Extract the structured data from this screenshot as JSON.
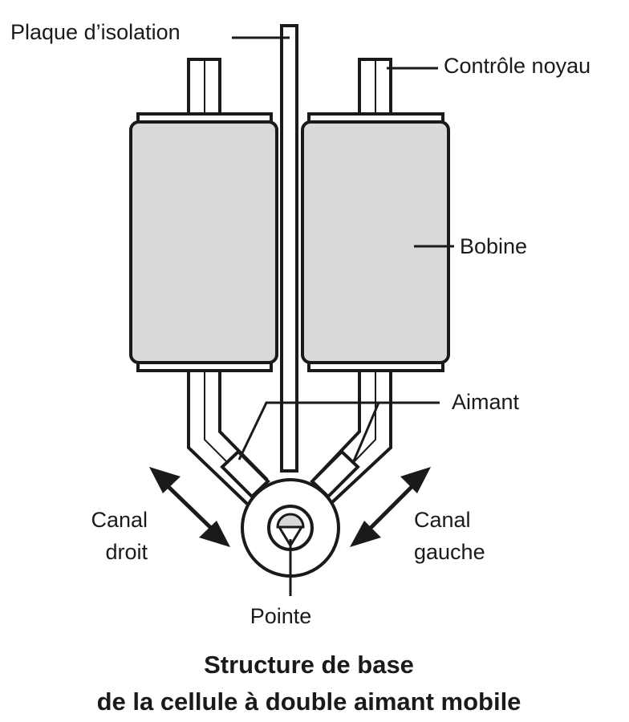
{
  "diagram": {
    "title_line1": "Structure de base",
    "title_line2": "de la cellule à double aimant mobile",
    "labels": {
      "insulation_plate": "Plaque d’isolation",
      "core_control": "Contrôle noyau",
      "coil": "Bobine",
      "magnet": "Aimant",
      "right_channel_line1": "Canal",
      "right_channel_line2": "droit",
      "left_channel_line1": "Canal",
      "left_channel_line2": "gauche",
      "stylus_tip": "Pointe"
    },
    "colors": {
      "line": "#1a1a1a",
      "coil_fill": "#d9d9d9",
      "tip_fill": "#d9d9d9",
      "background": "#ffffff"
    },
    "icons": {
      "right_channel_motion": "double-arrow-icon",
      "left_channel_motion": "double-arrow-icon"
    }
  }
}
